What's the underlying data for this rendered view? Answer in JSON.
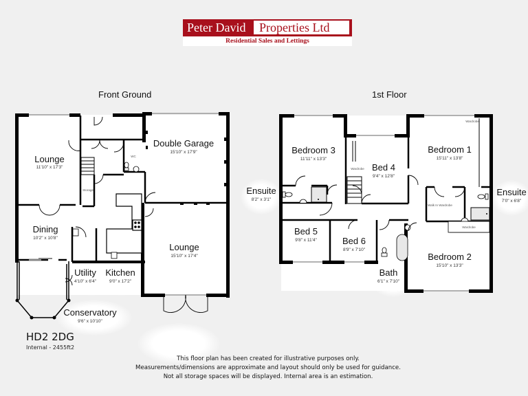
{
  "logo": {
    "name_left": "Peter David",
    "name_right": "Properties Ltd",
    "tagline": "Residential Sales and Lettings",
    "brand_color": "#a8101c"
  },
  "floors": {
    "ground": {
      "title": "Front Ground",
      "rooms": {
        "lounge_front": {
          "name": "Lounge",
          "dim": "11'10\" x 17'3\""
        },
        "double_garage": {
          "name": "Double Garage",
          "dim": "15'10\" x 17'9\""
        },
        "dining": {
          "name": "Dining",
          "dim": "10'2\" x 10'8\""
        },
        "lounge_rear": {
          "name": "Lounge",
          "dim": "15'10\" x 17'4\""
        },
        "utility": {
          "name": "Utility",
          "dim": "4'10\" x 6'4\""
        },
        "kitchen": {
          "name": "Kitchen",
          "dim": "9'0\" x 17'2\""
        },
        "conservatory": {
          "name": "Conservatory",
          "dim": "9'6\" x 10'10\""
        },
        "wc": {
          "name": "WC"
        },
        "storage": {
          "name": "Storage"
        }
      }
    },
    "first": {
      "title": "1st Floor",
      "rooms": {
        "bedroom3": {
          "name": "Bedroom 3",
          "dim": "11'11\" x 13'3\""
        },
        "ensuite_left": {
          "name": "Ensuite",
          "dim": "8'2\" x 3'1\""
        },
        "bed4": {
          "name": "Bed 4",
          "dim": "9'4\" x 12'8\""
        },
        "bedroom1": {
          "name": "Bedroom 1",
          "dim": "15'11\" x 13'8\""
        },
        "ensuite_right": {
          "name": "Ensuite",
          "dim": "7'0\" x 6'8\""
        },
        "bed5": {
          "name": "Bed 5",
          "dim": "9'8\" x 11'4\""
        },
        "bed6": {
          "name": "Bed 6",
          "dim": "8'9\" x 7'10\""
        },
        "bath": {
          "name": "Bath",
          "dim": "6'1\" x 7'10\""
        },
        "bedroom2": {
          "name": "Bedroom 2",
          "dim": "15'10\" x 13'3\""
        },
        "wardrobe_bed1": {
          "name": "Wardrobe"
        },
        "wardrobe_bed4": {
          "name": "Wardrobe"
        },
        "walk_in_wardrobe": {
          "name": "Walk In Wardrobe"
        },
        "wardrobe_bed2": {
          "name": "Wardrobe"
        }
      }
    }
  },
  "property": {
    "postcode": "HD2 2DG",
    "internal_area": "Internal - 2455ft2"
  },
  "disclaimer": {
    "line1": "This floor plan has been created for illustrative purposes only.",
    "line2": "Measurements/dimensions are approximate and layout should only be used for guidance.",
    "line3": "Not all storage spaces will be displayed. Internal area is an estimation."
  }
}
